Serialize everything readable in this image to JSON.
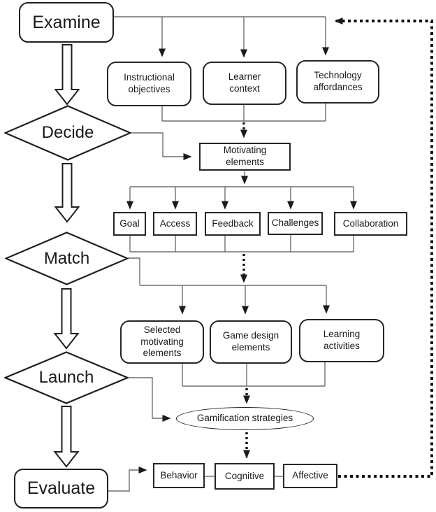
{
  "stages": {
    "examine": "Examine",
    "decide": "Decide",
    "match": "Match",
    "launch": "Launch",
    "evaluate": "Evaluate"
  },
  "inputs": {
    "instructional": "Instructional objectives",
    "learner": "Learner context",
    "technology": "Technology affordances"
  },
  "motivating_elements": "Motivating elements",
  "element_types": [
    "Goal",
    "Access",
    "Feedback",
    "Challenges",
    "Collaboration"
  ],
  "design_components": [
    "Selected motivating elements",
    "Game design elements",
    "Learning activities"
  ],
  "gamification_strategies": "Gamification strategies",
  "outcomes": [
    "Behavior",
    "Cognitive",
    "Affective"
  ],
  "colors": {
    "node_stroke": "#1f1f1f",
    "connector": "#6f6f6f",
    "arrowhead": "#1a1a1a",
    "dotted_line": "#111111",
    "background": "#ffffff",
    "text": "#1a1a1a"
  }
}
